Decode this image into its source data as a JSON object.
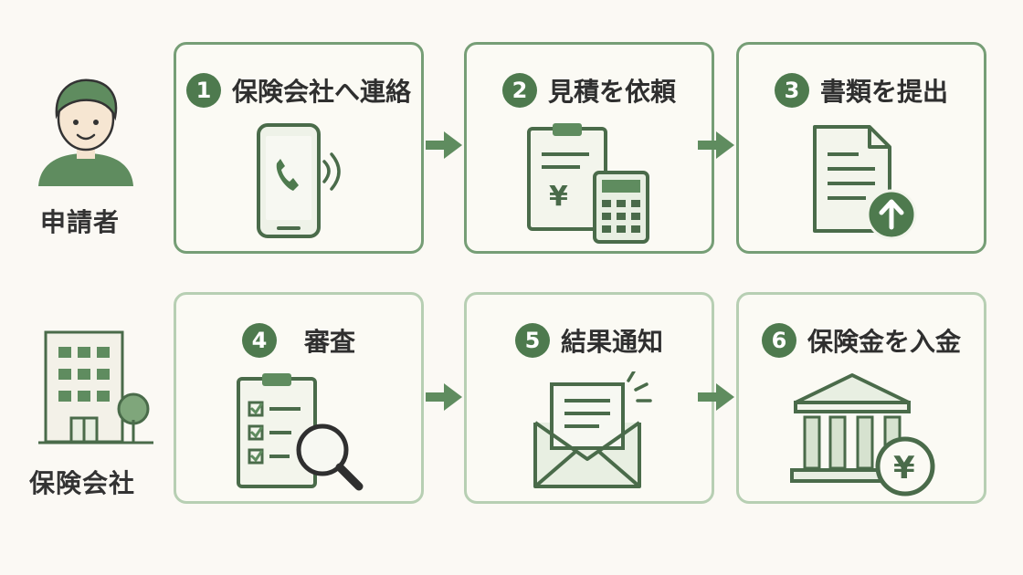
{
  "actors": {
    "applicant": "申請者",
    "insurer": "保険会社"
  },
  "steps": [
    {
      "num": "1",
      "title": "保険会社へ連絡",
      "icon": "phone-icon"
    },
    {
      "num": "2",
      "title": "見積を依頼",
      "icon": "estimate-clipboard-icon"
    },
    {
      "num": "3",
      "title": "書類を提出",
      "icon": "document-upload-icon"
    },
    {
      "num": "4",
      "title": "審査",
      "icon": "checklist-magnifier-icon"
    },
    {
      "num": "5",
      "title": "結果通知",
      "icon": "envelope-icon"
    },
    {
      "num": "6",
      "title": "保険金を入金",
      "icon": "bank-yen-icon"
    }
  ],
  "colors": {
    "accent": "#4e7a4e",
    "border_row1": "#769e76",
    "border_row2": "#b7cfb3",
    "background": "#fbf9f4"
  }
}
